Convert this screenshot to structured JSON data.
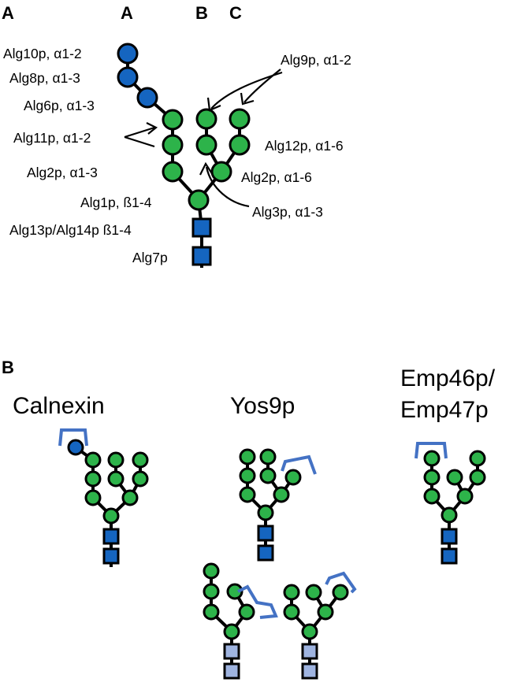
{
  "colors": {
    "mannose": "#2db34a",
    "glucose": "#1565c0",
    "glcnac": "#1565c0",
    "glcnac_light": "#9fb4e0",
    "bracket": "#4472c4"
  },
  "panel_a": {
    "letter": "A",
    "branches": {
      "a": "A",
      "b": "B",
      "c": "C"
    },
    "enzymes": {
      "alg10": "Alg10p, α1-2",
      "alg8": "Alg8p, α1-3",
      "alg6": "Alg6p, α1-3",
      "alg11": "Alg11p, α1-2",
      "alg2_left": "Alg2p, α1-3",
      "alg1": "Alg1p, ß1-4",
      "alg13_14": "Alg13p/Alg14p ß1-4",
      "alg7": "Alg7p",
      "alg9": "Alg9p, α1-2",
      "alg12": "Alg12p, α1-6",
      "alg2_right": "Alg2p, α1-6",
      "alg3": "Alg3p, α1-3"
    }
  },
  "panel_b": {
    "letter": "B",
    "calnexin": "Calnexin",
    "yos9": "Yos9p",
    "emp_line1": "Emp46p/",
    "emp_line2": "Emp47p"
  }
}
